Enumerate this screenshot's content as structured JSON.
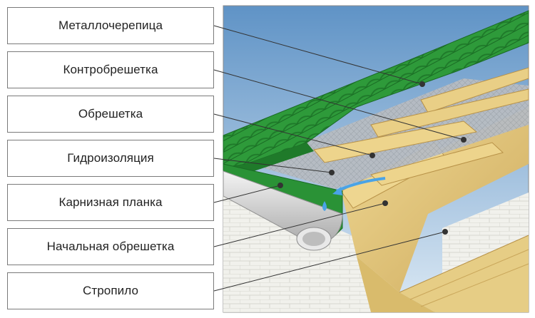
{
  "labels": [
    {
      "id": "metal-tile",
      "text": "Металлочерепица"
    },
    {
      "id": "counter-batten",
      "text": "Контробрешетка"
    },
    {
      "id": "batten",
      "text": "Обрешетка"
    },
    {
      "id": "waterproofing",
      "text": "Гидроизоляция"
    },
    {
      "id": "eaves-strip",
      "text": "Карнизная планка"
    },
    {
      "id": "starter-batten",
      "text": "Начальная обрешетка"
    },
    {
      "id": "rafter",
      "text": "Стропило"
    }
  ],
  "colors": {
    "sky_top": "#5f93c6",
    "sky_bottom": "#dce9f4",
    "tile_green": "#2e9a3a",
    "tile_green_dark": "#1f7a2a",
    "wood": "#e2c77b",
    "wood_dark": "#c9a85a",
    "wall": "#f1f1ec",
    "gutter": "#cfcfcf",
    "leader_line": "#333333",
    "arrow_blue": "#4aa3e6"
  }
}
